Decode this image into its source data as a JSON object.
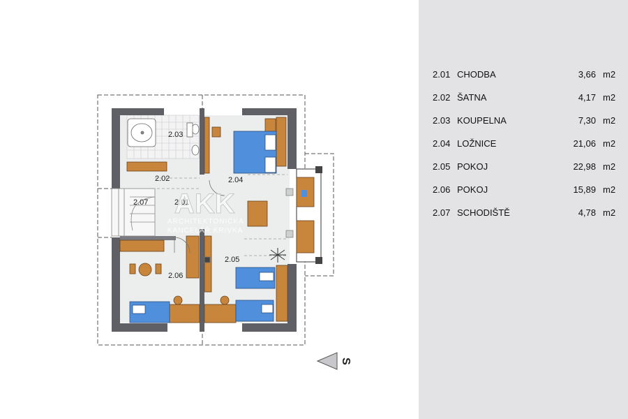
{
  "rooms": [
    {
      "code": "2.01",
      "name": "CHODBA",
      "area": "3,66",
      "unit": "m2"
    },
    {
      "code": "2.02",
      "name": "ŠATNA",
      "area": "4,17",
      "unit": "m2"
    },
    {
      "code": "2.03",
      "name": "KOUPELNA",
      "area": "7,30",
      "unit": "m2"
    },
    {
      "code": "2.04",
      "name": "LOŽNICE",
      "area": "21,06",
      "unit": "m2"
    },
    {
      "code": "2.05",
      "name": "POKOJ",
      "area": "22,98",
      "unit": "m2"
    },
    {
      "code": "2.06",
      "name": "POKOJ",
      "area": "15,89",
      "unit": "m2"
    },
    {
      "code": "2.07",
      "name": "SCHODIŠTĚ",
      "area": "4,78",
      "unit": "m2"
    }
  ],
  "plan_labels": {
    "r201": "2.01",
    "r202": "2.02",
    "r203": "2.03",
    "r204": "2.04",
    "r205": "2.05",
    "r206": "2.06",
    "r207": "2.07"
  },
  "watermark": {
    "logo": "AKK",
    "line1": "ARCHITEKTONICKÁ",
    "line2": "KANCELÁŘ KRIVKA"
  },
  "compass": {
    "letter": "S"
  },
  "colors": {
    "wall": "#5f6066",
    "floor": "#eceded",
    "wood": "#c8853c",
    "bed": "#4f8fdc",
    "panel": "#e3e3e6"
  }
}
